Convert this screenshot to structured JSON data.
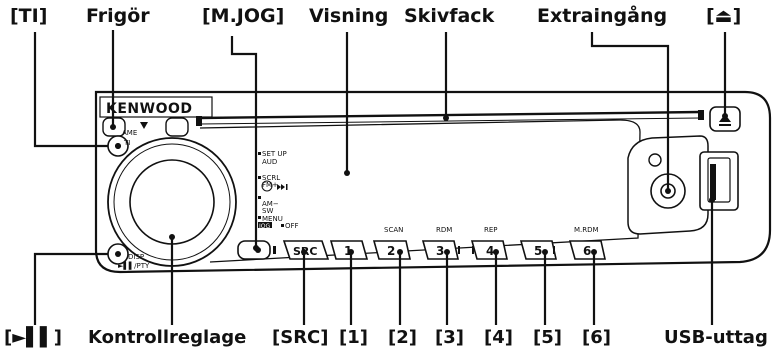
{
  "callouts_top": {
    "ti": "[TI]",
    "frigor": "Frigör",
    "mjog": "[M.JOG]",
    "visning": "Visning",
    "skivfack": "Skivfack",
    "extraingang": "Extraingång",
    "eject": "[⏏]"
  },
  "callouts_bottom": {
    "playpause": "[►▌▌]",
    "kontroll": "Kontrollreglage",
    "src": "[SRC]",
    "b1": "[1]",
    "b2": "[2]",
    "b3": "[3]",
    "b4": "[4]",
    "b5": "[5]",
    "b6": "[6]",
    "usb": "USB-uttag"
  },
  "device": {
    "brand": "KENWOOD",
    "ame_label": "AME",
    "ti_label": "TI",
    "setup_label": "SET UP",
    "aud_label": "AUD",
    "scrl_label": "SCRL",
    "fm_label": "FM+",
    "am_label": "AM−",
    "sw_label": "SW",
    "menu_label": "MENU",
    "jog_label": "JOG",
    "off_label": "OFF",
    "disp_label": "DISP",
    "pty_label": "►▌▌/PTY",
    "src_label": "SRC",
    "scan_label": "SCAN",
    "rdm_label": "RDM",
    "rep_label": "REP",
    "mrdm_label": "M.RDM",
    "btn1": "1",
    "btn2": "2",
    "btn3": "3",
    "btn4": "4",
    "btn5": "5",
    "btn6": "6"
  }
}
